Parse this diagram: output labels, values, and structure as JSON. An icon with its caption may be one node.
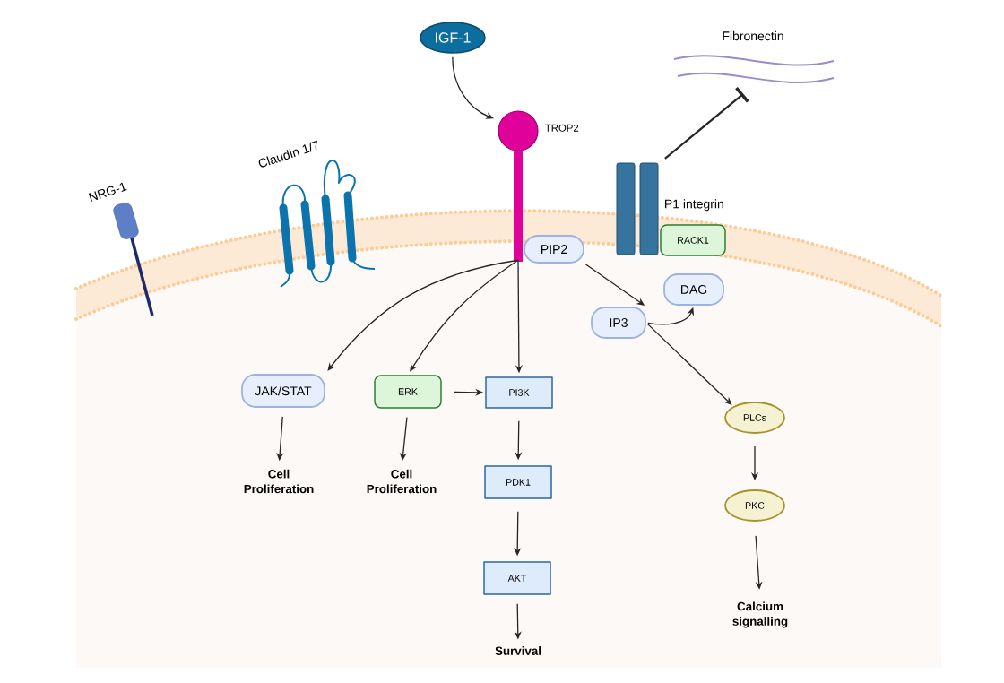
{
  "diagram": {
    "nodes": [
      {
        "text": [
          "IGF-1"
        ]
      },
      {
        "text": [],
        "shape": "picture",
        "beside": [
          "TROP2"
        ]
      },
      {
        "text": [
          "PIP2"
        ]
      },
      {
        "text": [
          "Fibronectin"
        ]
      },
      {
        "text": [],
        "shape": "picture",
        "beside": [
          "P1 integrin"
        ]
      },
      {
        "text": [
          "RACK1"
        ]
      },
      {
        "text": [
          "DAG"
        ]
      },
      {
        "text": [
          "IP3"
        ]
      },
      {
        "text": [
          "JAK/STAT"
        ]
      },
      {
        "text": [
          "ERK"
        ]
      },
      {
        "text": [
          "PI3K"
        ]
      },
      {
        "text": [
          "PDK1"
        ]
      },
      {
        "text": [
          "AKT"
        ]
      },
      {
        "text": [
          "PLCs"
        ]
      },
      {
        "text": [
          "PKC"
        ]
      },
      {
        "text": [
          "Cell Proliferation"
        ]
      },
      {
        "text": [
          "Cell Proliferation"
        ]
      },
      {
        "text": [
          "Survival"
        ]
      },
      {
        "text": [
          "Calcium signalling"
        ]
      }
    ],
    "edges": [
      {
        "from": 0,
        "to": 1,
        "arrow": "to"
      },
      {
        "from": 1,
        "to": 8,
        "arrow": "to"
      },
      {
        "from": 1,
        "to": 9,
        "arrow": "to"
      },
      {
        "from": 1,
        "to": 10,
        "arrow": "to"
      },
      {
        "from": 2,
        "to": 7,
        "arrow": "to"
      },
      {
        "from": 7,
        "to": 6,
        "arrow": "to"
      },
      {
        "from": 7,
        "to": 13,
        "arrow": "to"
      },
      {
        "from": 4,
        "to": 3,
        "arrow": "other"
      },
      {
        "from": 8,
        "to": 15,
        "arrow": "to"
      },
      {
        "from": 9,
        "to": 16,
        "arrow": "to"
      },
      {
        "from": 9,
        "to": 10,
        "arrow": "to"
      },
      {
        "from": 10,
        "to": 11,
        "arrow": "to"
      },
      {
        "from": 11,
        "to": 12,
        "arrow": "to"
      },
      {
        "from": 12,
        "to": 17,
        "arrow": "to"
      },
      {
        "from": 13,
        "to": 14,
        "arrow": "to"
      },
      {
        "from": 14,
        "to": 18,
        "arrow": "to"
      }
    ],
    "labels": [
      "Claudin 1/7",
      "NRG-1"
    ]
  }
}
